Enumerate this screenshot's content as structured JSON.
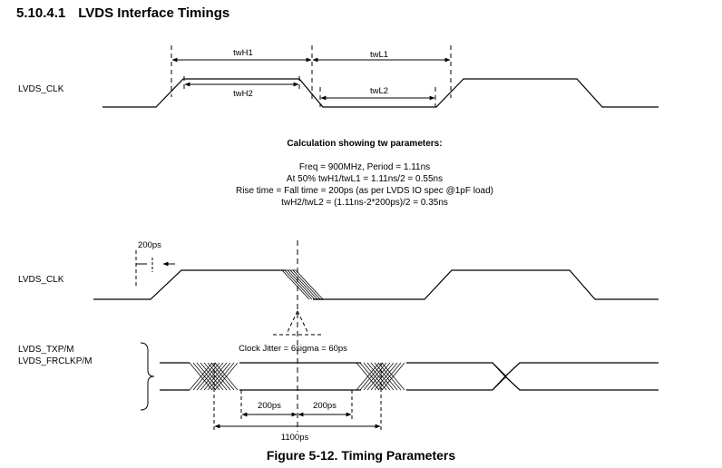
{
  "heading": {
    "number": "5.10.4.1",
    "title": "LVDS Interface Timings"
  },
  "top_diagram": {
    "signal_label": "LVDS_CLK",
    "twH1": "twH1",
    "twL1": "twL1",
    "twH2": "twH2",
    "twL2": "twL2"
  },
  "calculation": {
    "title": "Calculation showing tw parameters:",
    "lines": [
      "Freq = 900MHz, Period = 1.11ns",
      "At 50% twH1/twL1 = 1.11ns/2 = 0.55ns",
      "Rise time = Fall time = 200ps (as per LVDS IO spec @1pF load)",
      "twH2/twL2 = (1.11ns-2*200ps)/2 = 0.35ns"
    ]
  },
  "bottom_diagram": {
    "rise_label": "200ps",
    "clk_label": "LVDS_CLK",
    "data_label_1": "LVDS_TXP/M",
    "data_label_2": "LVDS_FRCLKP/M",
    "jitter_label": "Clock Jitter = 6sigma = 60ps",
    "dim_left": "200ps",
    "dim_right": "200ps",
    "dim_total": "1100ps"
  },
  "caption": "Figure 5-12. Timing Parameters"
}
